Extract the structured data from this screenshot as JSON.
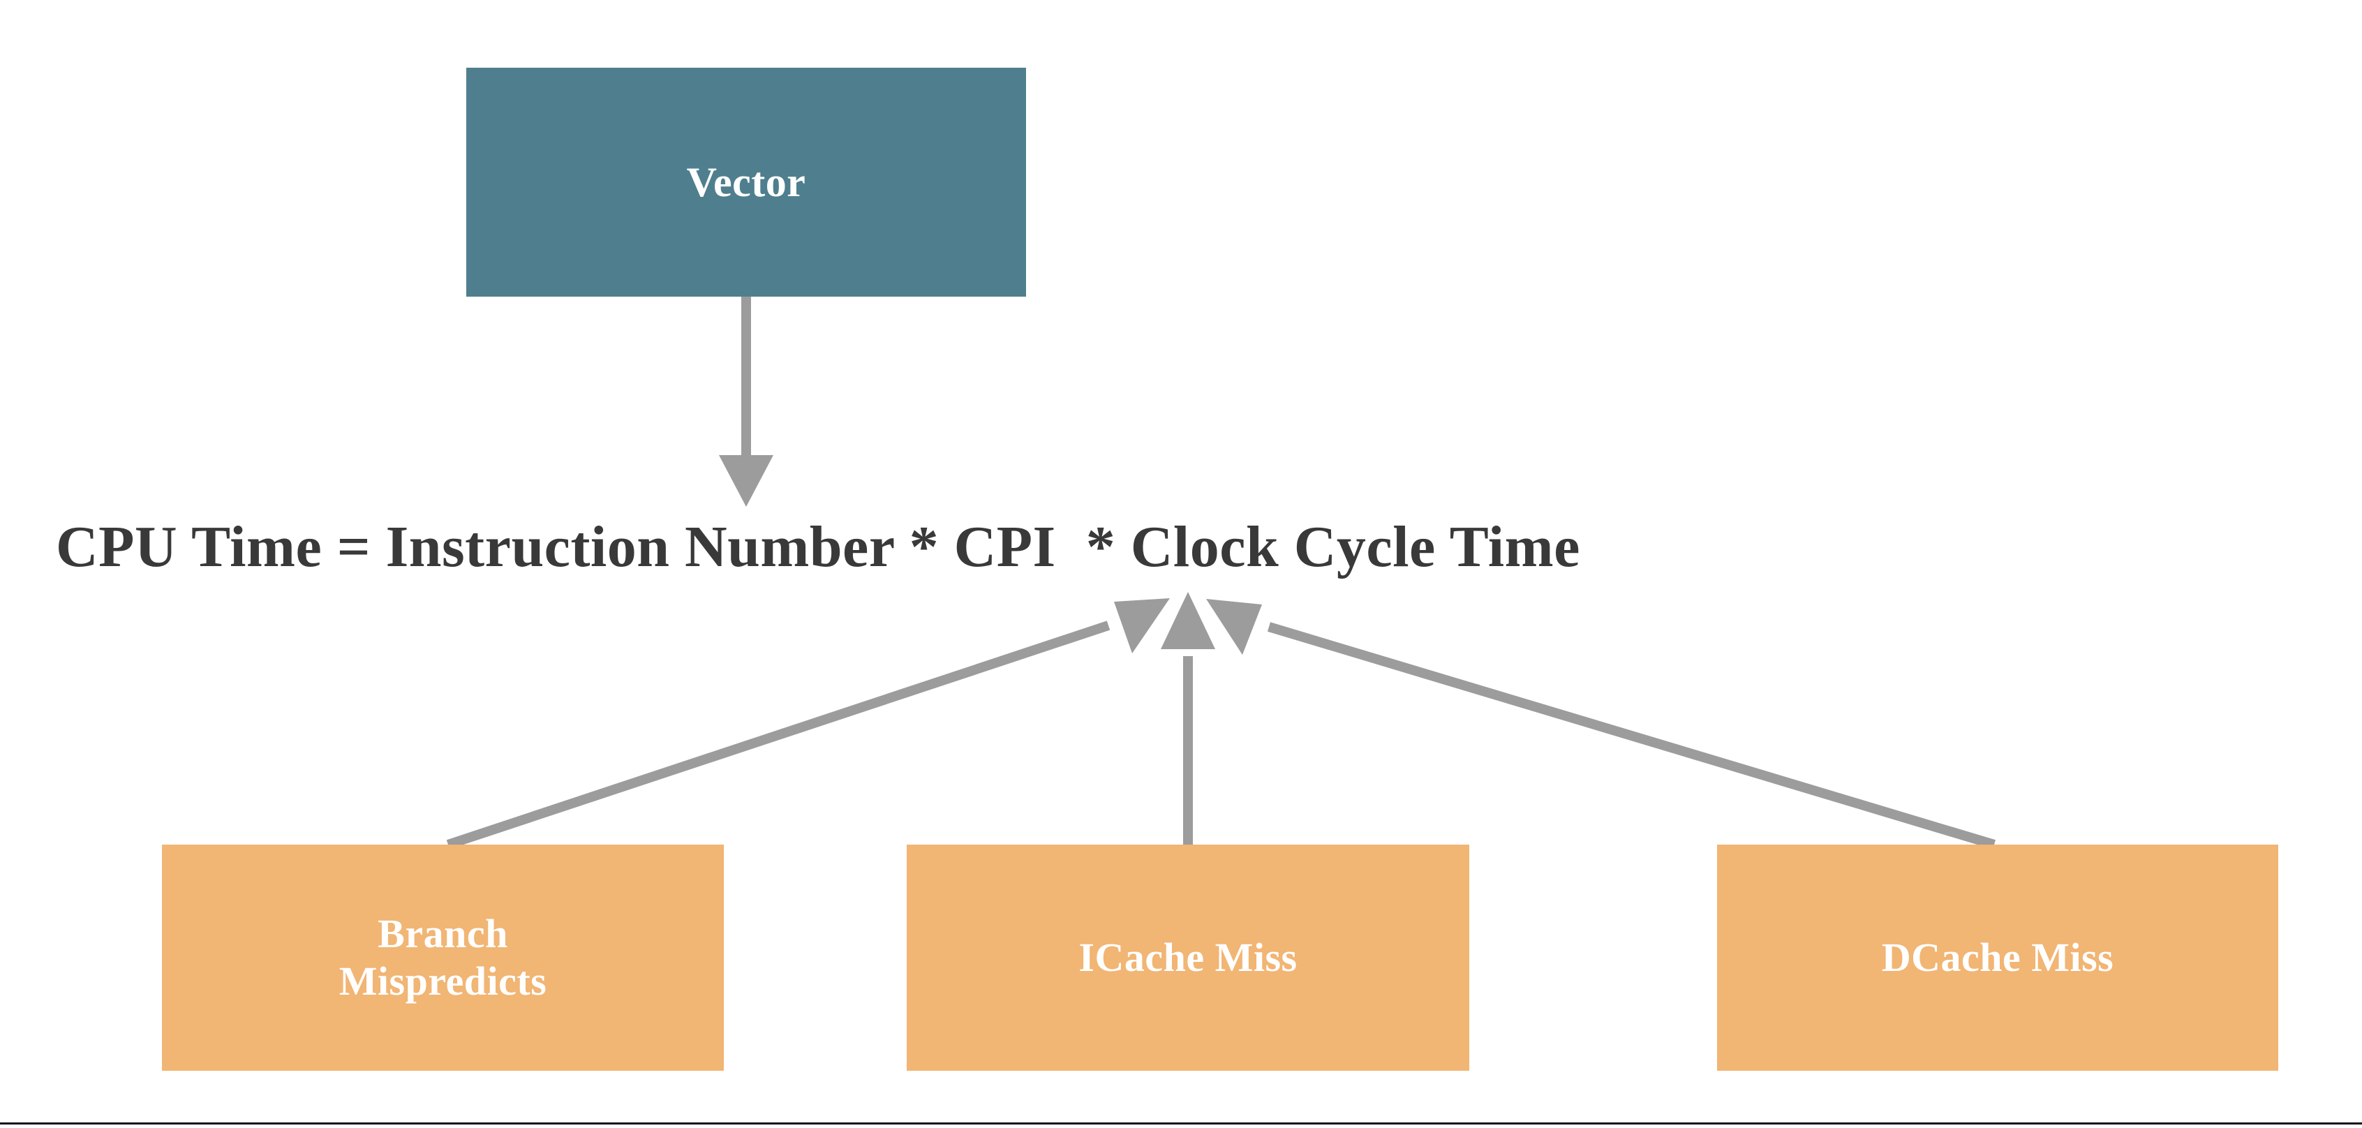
{
  "diagram": {
    "title_text": "CPU Time = Instruction Number * CPI  * Clock Cycle Time",
    "source_node": {
      "label": "Vector",
      "fill": "#4F7F8E",
      "text_color": "#FFFFFF"
    },
    "cause_nodes": [
      {
        "label": "Branch\nMispredicts",
        "fill": "#F1B574",
        "text_color": "#FFFFFF"
      },
      {
        "label": "ICache Miss",
        "fill": "#F1B574",
        "text_color": "#FFFFFF"
      },
      {
        "label": "DCache Miss",
        "fill": "#F1B574",
        "text_color": "#FFFFFF"
      }
    ],
    "connectors": {
      "color": "#9C9C9C",
      "arrow_down_from_vector": "arrow-down-icon",
      "arrow_up_left": "arrow-up-left-icon",
      "arrow_up_center": "arrow-up-icon",
      "arrow_up_right": "arrow-up-right-icon"
    },
    "target_term": "CPI",
    "bottom_rule_color": "#151515"
  }
}
